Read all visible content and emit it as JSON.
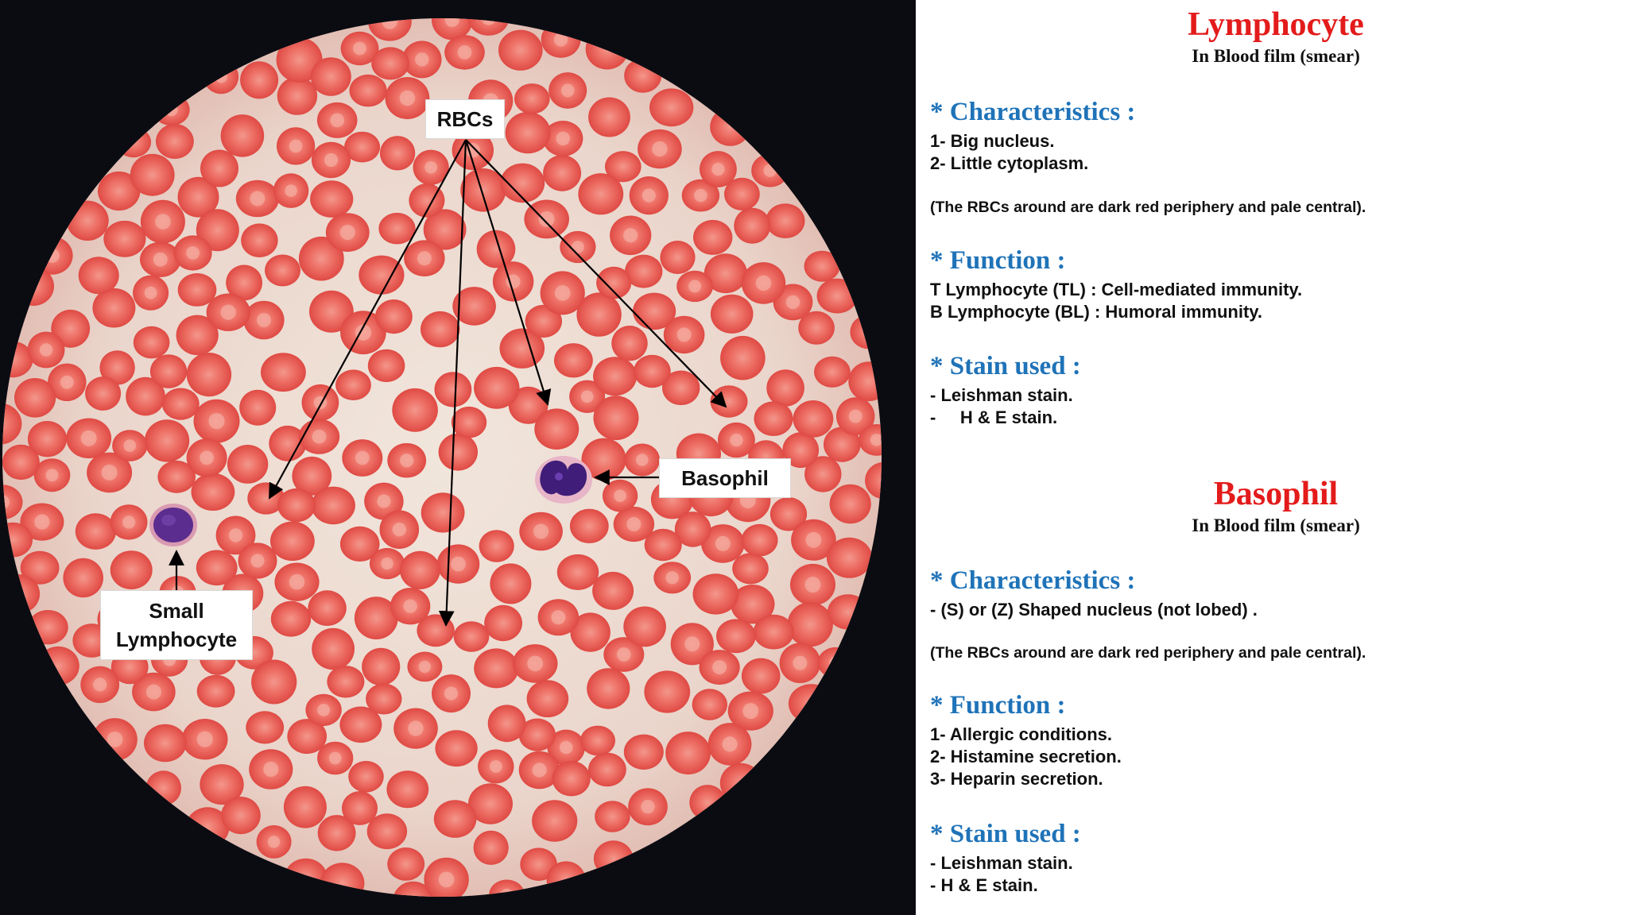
{
  "image": {
    "labels": {
      "rbcs": "RBCs",
      "basophil": "Basophil",
      "small_lymphocyte_line1": "Small",
      "small_lymphocyte_line2": "Lymphocyte"
    },
    "colors": {
      "background": "#0b0c12",
      "plasma": "#ecdcd2",
      "rbc": "#e8574f",
      "rbc_center": "#f08a80",
      "nucleus": "#5a2a8c"
    }
  },
  "lymphocyte": {
    "title": "Lymphocyte",
    "subtitle": "In Blood film (smear)",
    "characteristics": {
      "heading": "* Characteristics :",
      "items": [
        "1- Big nucleus.",
        "2- Little cytoplasm."
      ],
      "note": "(The RBCs around are dark red periphery and pale central)."
    },
    "function": {
      "heading": "* Function :",
      "items": [
        "T Lymphocyte (TL) : Cell-mediated immunity.",
        "B Lymphocyte (BL) : Humoral immunity."
      ]
    },
    "stain": {
      "heading": "* Stain used :",
      "items": [
        "- Leishman stain.",
        "-     H & E stain."
      ]
    }
  },
  "basophil": {
    "title": "Basophil",
    "subtitle": "In Blood film (smear)",
    "characteristics": {
      "heading": "* Characteristics :",
      "items": [
        "- (S) or (Z) Shaped nucleus (not lobed) ."
      ],
      "note": "(The RBCs around are dark red periphery and pale central)."
    },
    "function": {
      "heading": "* Function :",
      "items": [
        "1- Allergic conditions.",
        "2- Histamine secretion.",
        "3- Heparin secretion."
      ]
    },
    "stain": {
      "heading": "* Stain used :",
      "items": [
        "- Leishman stain.",
        "- H & E stain."
      ]
    }
  }
}
